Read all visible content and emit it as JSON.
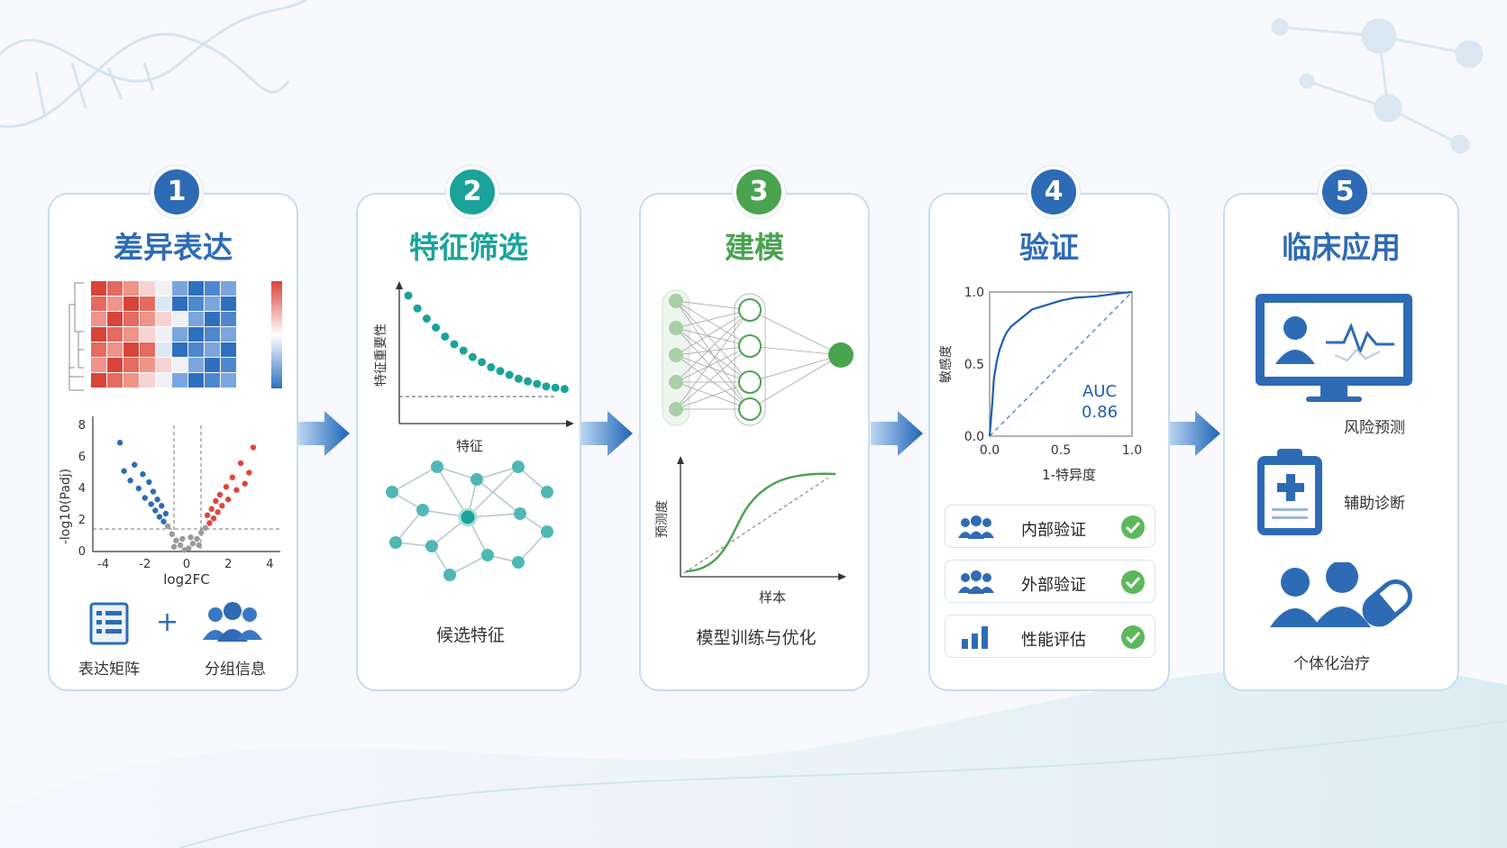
{
  "colors": {
    "blue": "#2e6bb5",
    "teal": "#1aa39a",
    "green": "#4aa34f",
    "red": "#e0463a",
    "panel_border": "#c9dcef"
  },
  "steps": [
    {
      "number": "1",
      "title": "差异表达",
      "color": "#2e6bb5"
    },
    {
      "number": "2",
      "title": "特征筛选",
      "color": "#1aa39a"
    },
    {
      "number": "3",
      "title": "建模",
      "color": "#4aa34f"
    },
    {
      "number": "4",
      "title": "验证",
      "color": "#2e6bb5"
    },
    {
      "number": "5",
      "title": "临床应用",
      "color": "#2e6bb5"
    }
  ],
  "step1": {
    "volcano": {
      "ylabel": "-log10(Padj)",
      "xlabel": "log2FC",
      "yticks": [
        "0",
        "2",
        "4",
        "6",
        "8"
      ],
      "xticks": [
        "-4",
        "-2",
        "0",
        "2",
        "4"
      ]
    },
    "inputs": [
      {
        "label": "表达矩阵",
        "icon": "document-list-icon"
      },
      {
        "label": "分组信息",
        "icon": "group-icon"
      }
    ],
    "plus": "+"
  },
  "step2": {
    "chart_ylabel": "特征重要性",
    "chart_xlabel": "特征",
    "caption": "候选特征"
  },
  "step3": {
    "chart_ylabel": "预测度",
    "chart_xlabel": "样本",
    "caption": "模型训练与优化"
  },
  "step4": {
    "roc": {
      "ylabel": "敏感度",
      "xlabel": "1-特异度",
      "yticks": [
        "0.0",
        "0.5",
        "1.0"
      ],
      "xticks": [
        "0.0",
        "0.5",
        "1.0"
      ],
      "auc_label": "AUC",
      "auc_value": "0.86"
    },
    "validations": [
      {
        "label": "内部验证",
        "icon": "group-icon"
      },
      {
        "label": "外部验证",
        "icon": "group-icon"
      },
      {
        "label": "性能评估",
        "icon": "bar-chart-icon"
      }
    ]
  },
  "step5": {
    "items": [
      {
        "label": "风险预测",
        "icon": "monitor-icon"
      },
      {
        "label": "辅助诊断",
        "icon": "clipboard-icon"
      },
      {
        "label": "个体化治疗",
        "icon": "patients-pill-icon"
      }
    ]
  },
  "chart_data": [
    {
      "type": "scatter",
      "xlabel": "log2FC",
      "ylabel": "-log10(Padj)",
      "xlim": [
        -4.5,
        4.5
      ],
      "ylim": [
        0,
        8
      ],
      "series": [
        {
          "color": "#2e6bb5",
          "points": [
            [
              -3.2,
              6.9
            ],
            [
              -3.0,
              5.1
            ],
            [
              -2.7,
              4.5
            ],
            [
              -2.5,
              5.5
            ],
            [
              -2.3,
              4.0
            ],
            [
              -2.1,
              4.9
            ],
            [
              -2.0,
              3.4
            ],
            [
              -1.8,
              4.4
            ],
            [
              -1.7,
              3.0
            ],
            [
              -1.6,
              3.8
            ],
            [
              -1.5,
              2.6
            ],
            [
              -1.4,
              3.3
            ],
            [
              -1.3,
              2.2
            ],
            [
              -1.2,
              2.9
            ],
            [
              -1.1,
              1.9
            ],
            [
              -1.0,
              2.4
            ]
          ]
        },
        {
          "color": "#e0463a",
          "points": [
            [
              3.2,
              6.6
            ],
            [
              3.0,
              5.0
            ],
            [
              2.8,
              4.3
            ],
            [
              2.6,
              5.6
            ],
            [
              2.4,
              3.9
            ],
            [
              2.2,
              4.7
            ],
            [
              2.0,
              3.3
            ],
            [
              1.9,
              4.1
            ],
            [
              1.7,
              2.9
            ],
            [
              1.6,
              3.6
            ],
            [
              1.5,
              2.5
            ],
            [
              1.4,
              3.2
            ],
            [
              1.3,
              2.1
            ],
            [
              1.2,
              2.7
            ],
            [
              1.1,
              1.8
            ],
            [
              1.0,
              2.3
            ]
          ]
        },
        {
          "color": "#9a9a9a",
          "points": [
            [
              -0.9,
              1.6
            ],
            [
              -0.7,
              1.1
            ],
            [
              -0.5,
              0.7
            ],
            [
              -0.3,
              0.4
            ],
            [
              -0.1,
              0.1
            ],
            [
              0.1,
              0.2
            ],
            [
              0.3,
              0.5
            ],
            [
              0.5,
              0.8
            ],
            [
              0.7,
              1.2
            ],
            [
              0.9,
              1.5
            ],
            [
              -0.6,
              0.3
            ],
            [
              0.6,
              0.4
            ],
            [
              -0.2,
              0.8
            ],
            [
              0.2,
              0.9
            ]
          ]
        }
      ]
    },
    {
      "type": "scatter",
      "xlabel": "特征",
      "ylabel": "特征重要性",
      "values": [
        10,
        9.0,
        8.2,
        7.5,
        6.8,
        6.2,
        5.7,
        5.2,
        4.8,
        4.4,
        4.1,
        3.8,
        3.5,
        3.3,
        3.1,
        2.9,
        2.8,
        2.7
      ]
    },
    {
      "type": "line",
      "xlabel": "样本",
      "ylabel": "预测度",
      "description_series": "sigmoid"
    },
    {
      "type": "line",
      "xlabel": "1-特异度",
      "ylabel": "敏感度",
      "xlim": [
        0,
        1
      ],
      "ylim": [
        0,
        1
      ],
      "series": [
        {
          "x": [
            0,
            0.02,
            0.03,
            0.05,
            0.07,
            0.1,
            0.12,
            0.15,
            0.2,
            0.25,
            0.3,
            0.4,
            0.5,
            0.6,
            0.75,
            0.9,
            1.0
          ],
          "y": [
            0,
            0.25,
            0.4,
            0.52,
            0.6,
            0.68,
            0.72,
            0.76,
            0.8,
            0.84,
            0.88,
            0.91,
            0.94,
            0.96,
            0.97,
            0.99,
            1.0
          ]
        }
      ],
      "annotation": "AUC 0.86"
    }
  ]
}
